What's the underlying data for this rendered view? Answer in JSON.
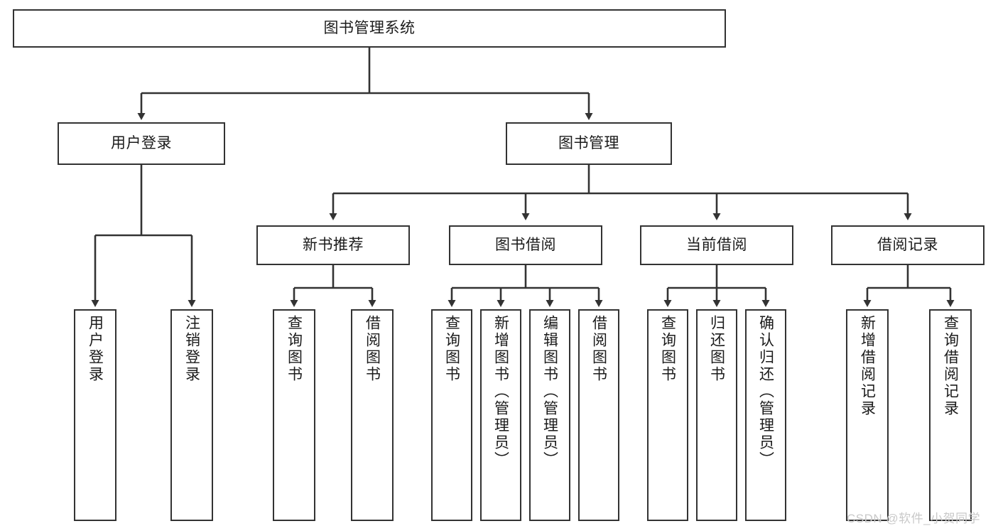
{
  "diagram": {
    "title": "图书管理系统",
    "type": "tree-hierarchy",
    "orientation": "top-down",
    "colors": {
      "background": "#ffffff",
      "stroke": "#333333",
      "text": "#1b1b1b",
      "watermark": "#c9c9c9"
    },
    "root": {
      "label": "图书管理系统"
    },
    "level2": [
      {
        "label": "用户登录"
      },
      {
        "label": "图书管理"
      }
    ],
    "level3": [
      {
        "label": "新书推荐"
      },
      {
        "label": "图书借阅"
      },
      {
        "label": "当前借阅"
      },
      {
        "label": "借阅记录"
      }
    ],
    "leaves": {
      "user_login": [
        {
          "label": "用户登录"
        },
        {
          "label": "注销登录"
        }
      ],
      "new_book_recommend": [
        {
          "label": "查询图书"
        },
        {
          "label": "借阅图书"
        }
      ],
      "book_borrow": [
        {
          "label": "查询图书"
        },
        {
          "label": "新增图书（管理员）"
        },
        {
          "label": "编辑图书（管理员）"
        },
        {
          "label": "借阅图书"
        }
      ],
      "current_borrow": [
        {
          "label": "查询图书"
        },
        {
          "label": "归还图书"
        },
        {
          "label": "确认归还（管理员）"
        }
      ],
      "borrow_records": [
        {
          "label": "新增借阅记录"
        },
        {
          "label": "查询借阅记录"
        }
      ]
    },
    "watermark": "CSDN @软件_小贺同学"
  }
}
